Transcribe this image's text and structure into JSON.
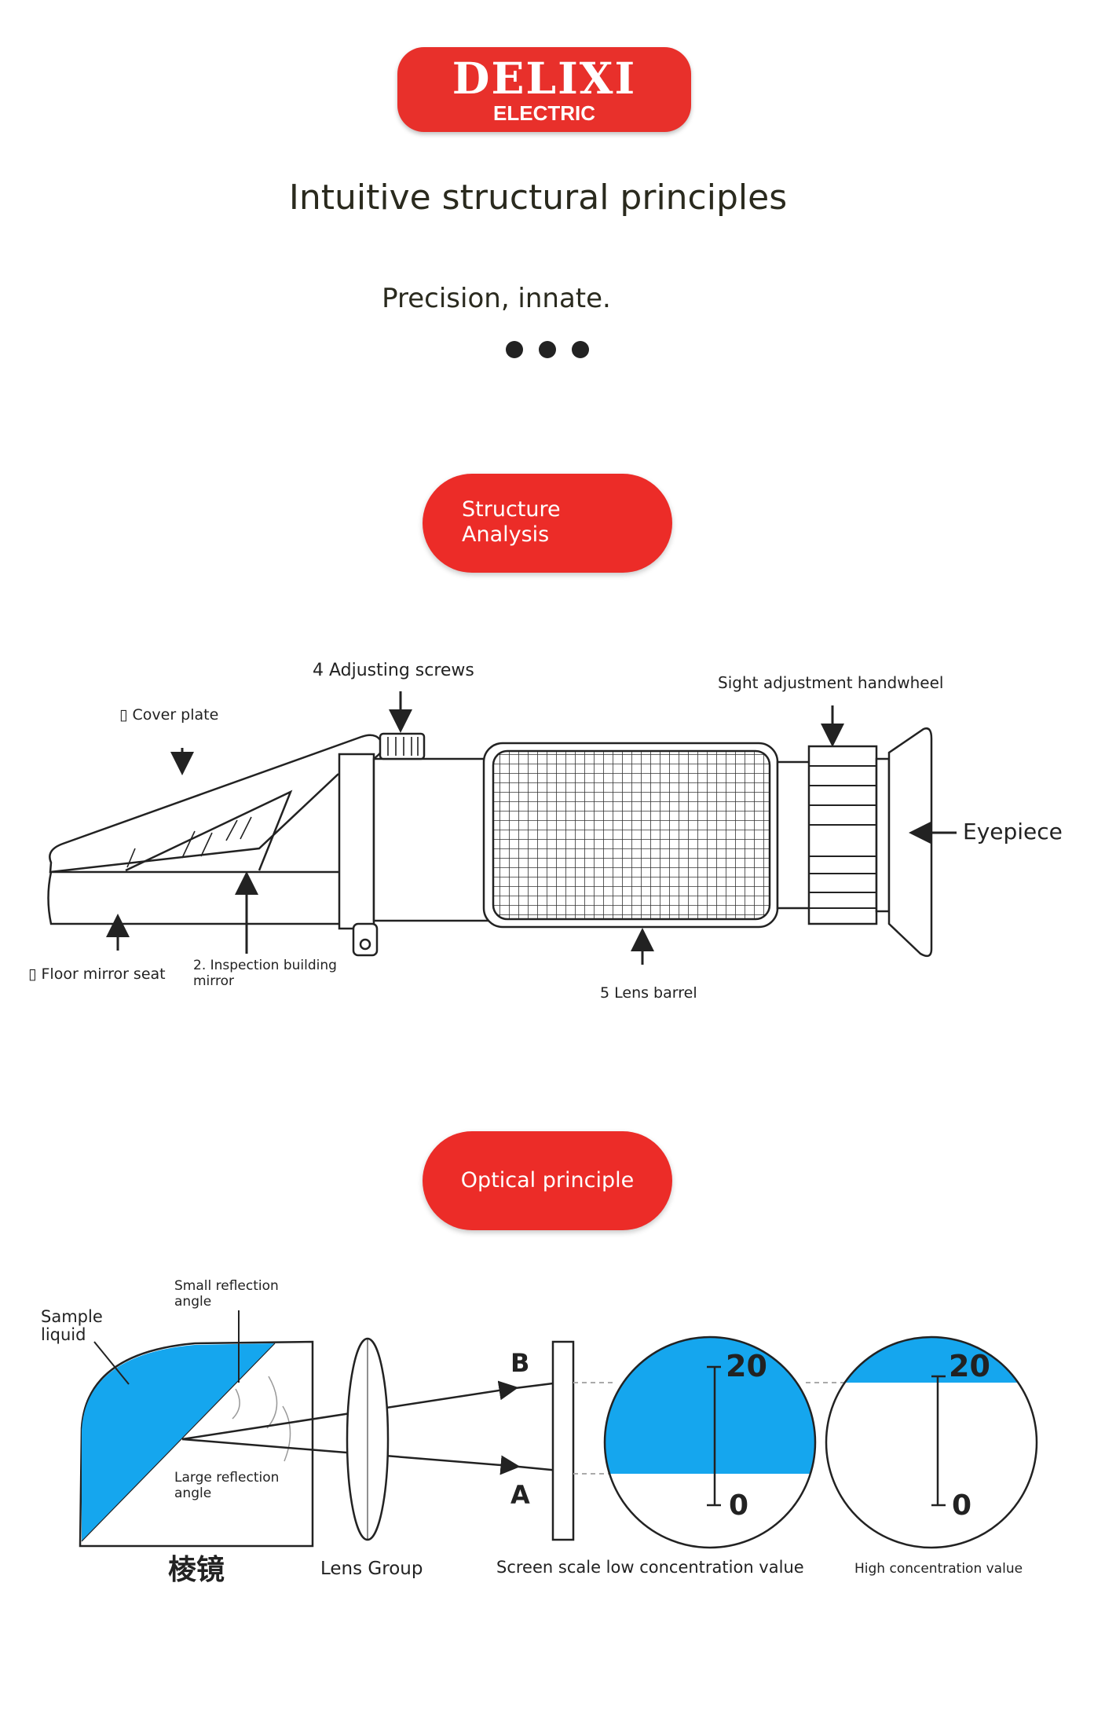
{
  "logo": {
    "main": "DELIXI",
    "sub": "ELECTRIC"
  },
  "heading": "Intuitive structural principles",
  "subheading": "Precision, innate.",
  "structure": {
    "pill": "Structure Analysis",
    "labels": {
      "adjusting_screws": "4 Adjusting screws",
      "sight_handwheel": "Sight adjustment handwheel",
      "cover_plate": "▯ Cover plate",
      "eyepiece": "Eyepiece",
      "floor_mirror": "▯ Floor mirror seat",
      "inspection_1": "2. Inspection building",
      "inspection_2": "mirror",
      "lens_barrel": "5 Lens barrel"
    }
  },
  "optical": {
    "pill": "Optical principle",
    "labels": {
      "sample_1": "Sample",
      "sample_2": "liquid",
      "small_1": "Small reflection",
      "small_2": "angle",
      "large_1": "Large reflection",
      "large_2": "angle",
      "prism": "棱镜",
      "lens_group": "Lens Group",
      "b": "B",
      "a": "A",
      "scale_top": "20",
      "scale_bottom": "0",
      "low_caption": "Screen scale low concentration value",
      "high_caption": "High concentration value"
    }
  },
  "colors": {
    "brand_red": "#ec2c28",
    "liquid_blue": "#15a6ee"
  }
}
